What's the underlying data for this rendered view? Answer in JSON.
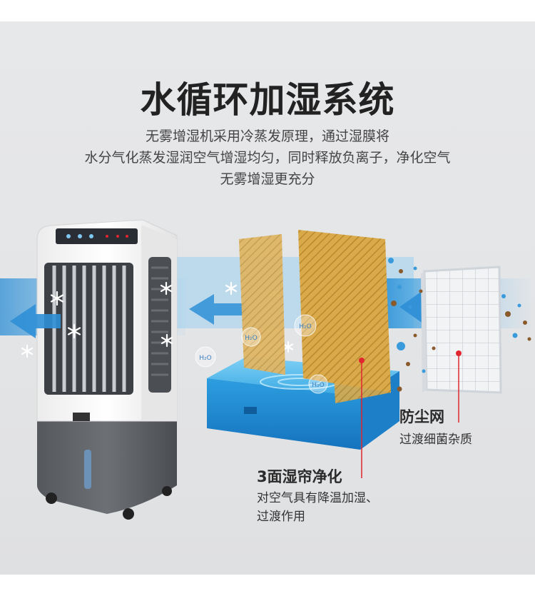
{
  "headline": "水循环加湿系统",
  "description": [
    "无雾增湿机采用冷蒸发原理，通过湿膜将",
    "水分气化蒸发湿润空气增湿均匀，同时释放负离子，净化空气",
    "无雾增湿更充分"
  ],
  "features": {
    "dust_filter": {
      "title": "防尘网",
      "text": "过渡细菌杂质"
    },
    "wet_curtain": {
      "title": "3面湿帘净化",
      "text_lines": [
        "对空气具有降温加湿、",
        "过渡作用"
      ]
    }
  },
  "bubble_label": "H₂O",
  "colors": {
    "background": "#e4e5e7",
    "airflow": "#3a9bdc",
    "water": "#2fa3de",
    "pad": "#d9a94a",
    "marker": "#e0262f"
  },
  "icons": [
    "snowflake-icon",
    "arrow-left-icon",
    "water-molecule-icon",
    "marker-dot-icon"
  ]
}
